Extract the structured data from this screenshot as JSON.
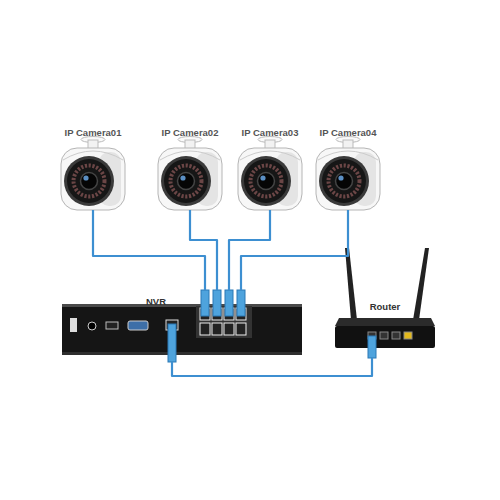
{
  "diagram": {
    "nodes": [
      {
        "text": [
          "IP Camera01"
        ]
      },
      {
        "text": [
          "IP Camera02"
        ]
      },
      {
        "text": [
          "IP Camera03"
        ]
      },
      {
        "text": [
          "IP Camera04"
        ]
      },
      {
        "text": [
          "NVR"
        ]
      },
      {
        "text": [
          "Router"
        ]
      }
    ],
    "edges": [
      {
        "from": 0,
        "to": 4,
        "arrow": "none"
      },
      {
        "from": 1,
        "to": 4,
        "arrow": "none"
      },
      {
        "from": 2,
        "to": 4,
        "arrow": "none"
      },
      {
        "from": 3,
        "to": 4,
        "arrow": "none"
      },
      {
        "from": 4,
        "to": 5,
        "arrow": "none"
      }
    ]
  }
}
